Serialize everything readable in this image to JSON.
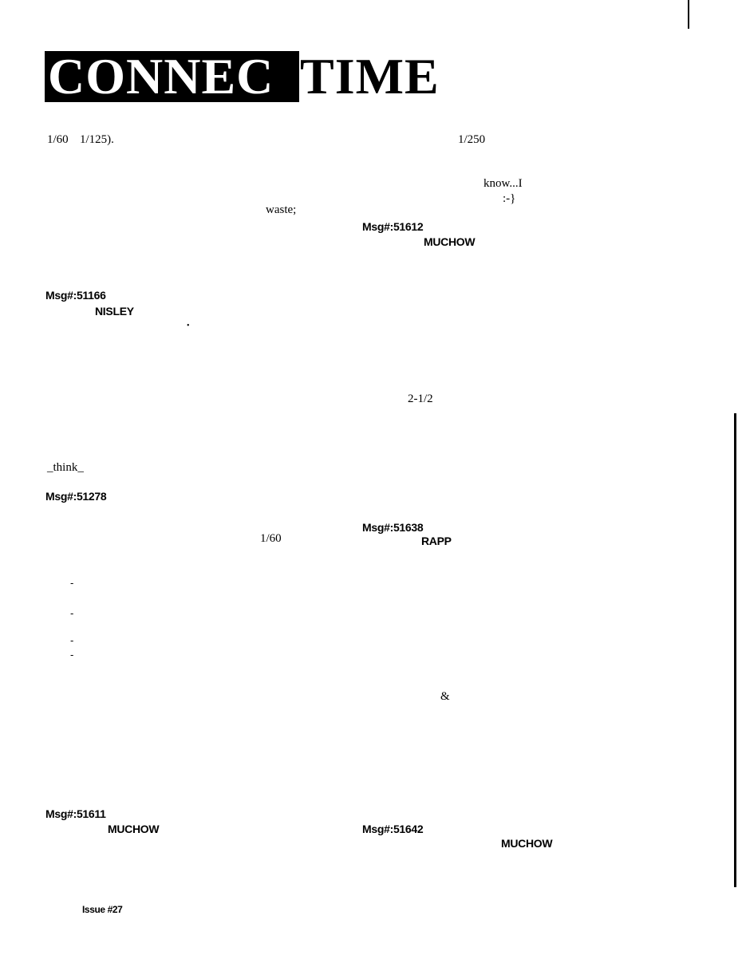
{
  "masthead": {
    "connec": "CONNEC",
    "time": "TIME"
  },
  "left_column": {
    "frag_1": "1/60",
    "frag_2": "1/125).",
    "frag_waste": "waste;",
    "msg_51166": {
      "id": "Msg#:51166",
      "name": "NISLEY"
    },
    "frag_bullet": "•",
    "frag_think": "_think_",
    "msg_51278": {
      "id": "Msg#:51278"
    },
    "frag_160b": "1/60",
    "dashes": [
      "-",
      "-",
      "-",
      "-"
    ],
    "msg_51611": {
      "id": "Msg#:51611",
      "name": "MUCHOW"
    }
  },
  "right_column": {
    "frag_1250": "1/250",
    "frag_know": "know...I",
    "frag_smiley": ":-}",
    "msg_51612": {
      "id": "Msg#:51612",
      "name": "MUCHOW"
    },
    "frag_212": "2-1/2",
    "msg_51638": {
      "id": "Msg#:51638",
      "name": "RAPP"
    },
    "frag_amp": "&",
    "msg_51642": {
      "id": "Msg#:51642",
      "name": "MUCHOW"
    }
  },
  "footer": {
    "issue": "Issue #27"
  }
}
